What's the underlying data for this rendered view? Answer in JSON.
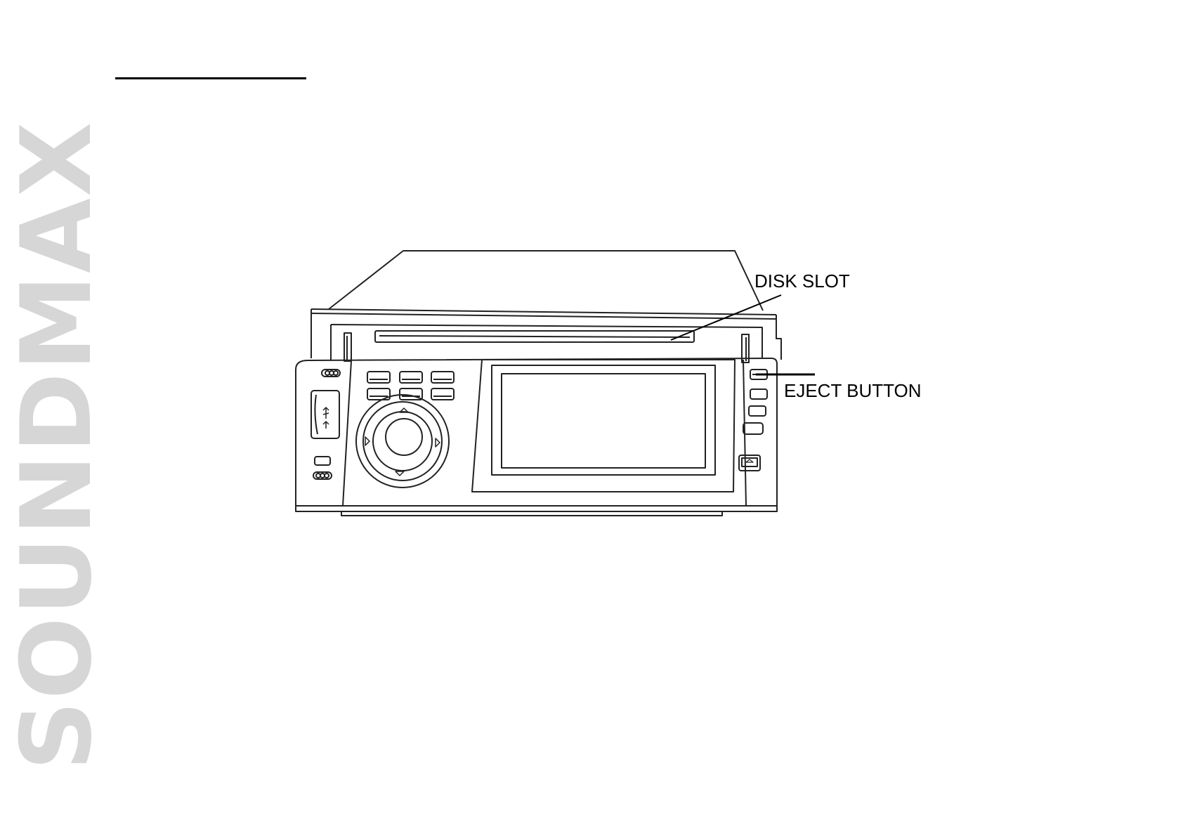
{
  "brand": {
    "watermark": "SOUNDMAX"
  },
  "callouts": {
    "disk_slot": "DISK SLOT",
    "eject_button": "EJECT BUTTON"
  },
  "colors": {
    "watermark": "#d6d6d6",
    "line_art": "#222222"
  },
  "icons": {
    "usb": "usb-icon",
    "joystick": "joystick-icon"
  }
}
